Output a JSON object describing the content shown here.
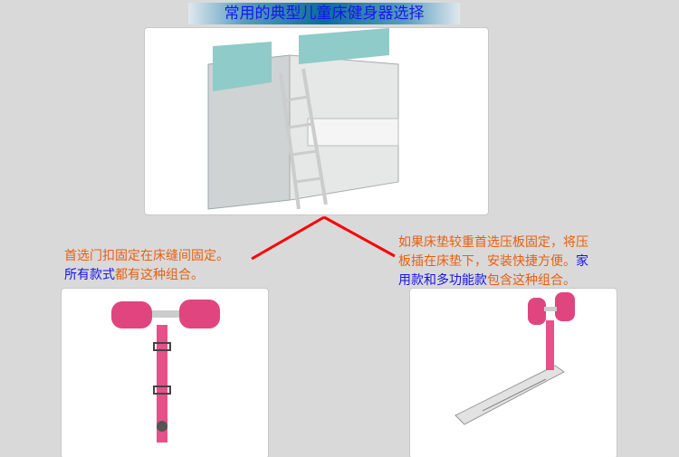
{
  "banner": {
    "title": "常用的典型儿童床健身器选择"
  },
  "captions": {
    "left": {
      "line1": "首选门扣固定在床缝间固定。",
      "line2_blue": "所有款式",
      "line2_orange": "都有这种组合。"
    },
    "right": {
      "line1": "如果床垫较重首选压板固定，将压",
      "line2_orange": "板插在床垫下，安装快捷方便。",
      "line2_blue": "家",
      "line3_blue": "用款和多功能款",
      "line3_orange": "包含这种组合。"
    }
  },
  "colors": {
    "accent_orange": "#e85f10",
    "accent_blue": "#1414e6",
    "connector_red": "#ff0000",
    "banner_blue": "#0a6c9a"
  }
}
